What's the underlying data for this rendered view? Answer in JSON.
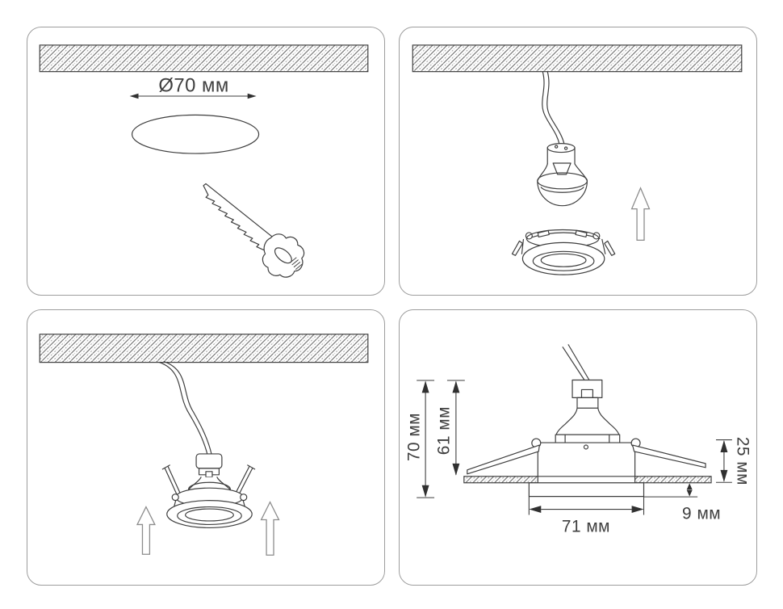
{
  "panels": {
    "step1": {
      "hole_diameter": "Ø70 мм"
    },
    "step4": {
      "overall_height": "70 мм",
      "recess_depth": "61 мм",
      "spring_span": "25 мм",
      "trim_height": "9 мм",
      "body_width": "71 мм"
    }
  },
  "icons": {
    "saw": "drywall-saw-icon",
    "arrow_up": "arrow-up-icon"
  },
  "colors": {
    "line": "#3e3e3e",
    "text": "#3f3f3f",
    "panel_border": "#9d9d9d",
    "background": "#ffffff"
  }
}
